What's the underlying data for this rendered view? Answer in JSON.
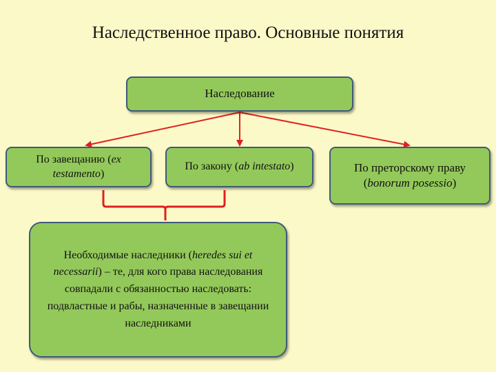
{
  "title": "Наследственное право. Основные понятия",
  "root": "Наследование",
  "branches": {
    "will": {
      "text": "По завещанию (",
      "latin": "ex testamento",
      "close": ")"
    },
    "law": {
      "text": "По закону (",
      "latin": "ab intestato",
      "close": ")"
    },
    "praetor": {
      "text": "По преторскому праву (",
      "latin": "bonorum posessio",
      "close": ")"
    }
  },
  "necessary_heirs": {
    "lead": "Необходимые наследники (",
    "latin": "heredes sui et necessarii",
    "rest": ") – те, для кого права наследования совпадали с обязанностью наследовать: подвластные и рабы, назначенные в завещании наследниками"
  },
  "colors": {
    "box_fill": "#93c95a",
    "box_border": "#3d5a7a",
    "arrow": "#e02020",
    "background": "#fcf9c8"
  }
}
